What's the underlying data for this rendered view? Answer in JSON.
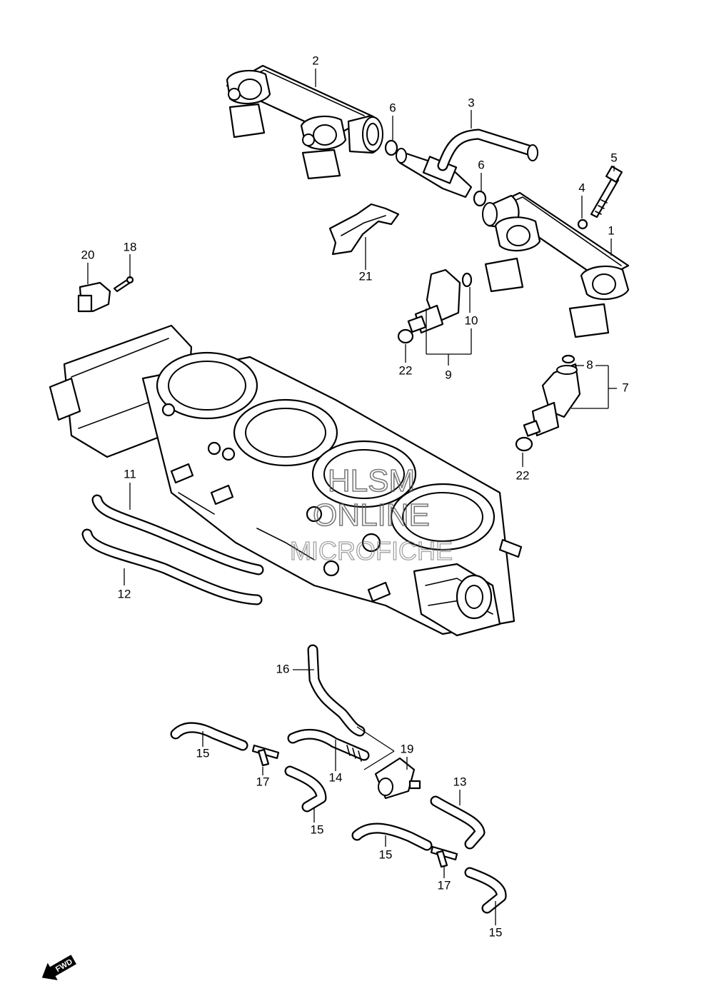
{
  "watermark": {
    "line1": "HLSM",
    "line2": "ONLINE",
    "line3": "MICROFICHE"
  },
  "direction_badge": {
    "label": "FWD"
  },
  "callouts": {
    "p1": "1",
    "p2": "2",
    "p3": "3",
    "p4": "4",
    "p5": "5",
    "p6a": "6",
    "p6b": "6",
    "p7": "7",
    "p8": "8",
    "p9": "9",
    "p10": "10",
    "p11": "11",
    "p12": "12",
    "p13": "13",
    "p14": "14",
    "p15a": "15",
    "p15b": "15",
    "p15c": "15",
    "p15d": "15",
    "p16": "16",
    "p17a": "17",
    "p17b": "17",
    "p18": "18",
    "p19": "19",
    "p20": "20",
    "p21": "21",
    "p22a": "22",
    "p22b": "22"
  }
}
